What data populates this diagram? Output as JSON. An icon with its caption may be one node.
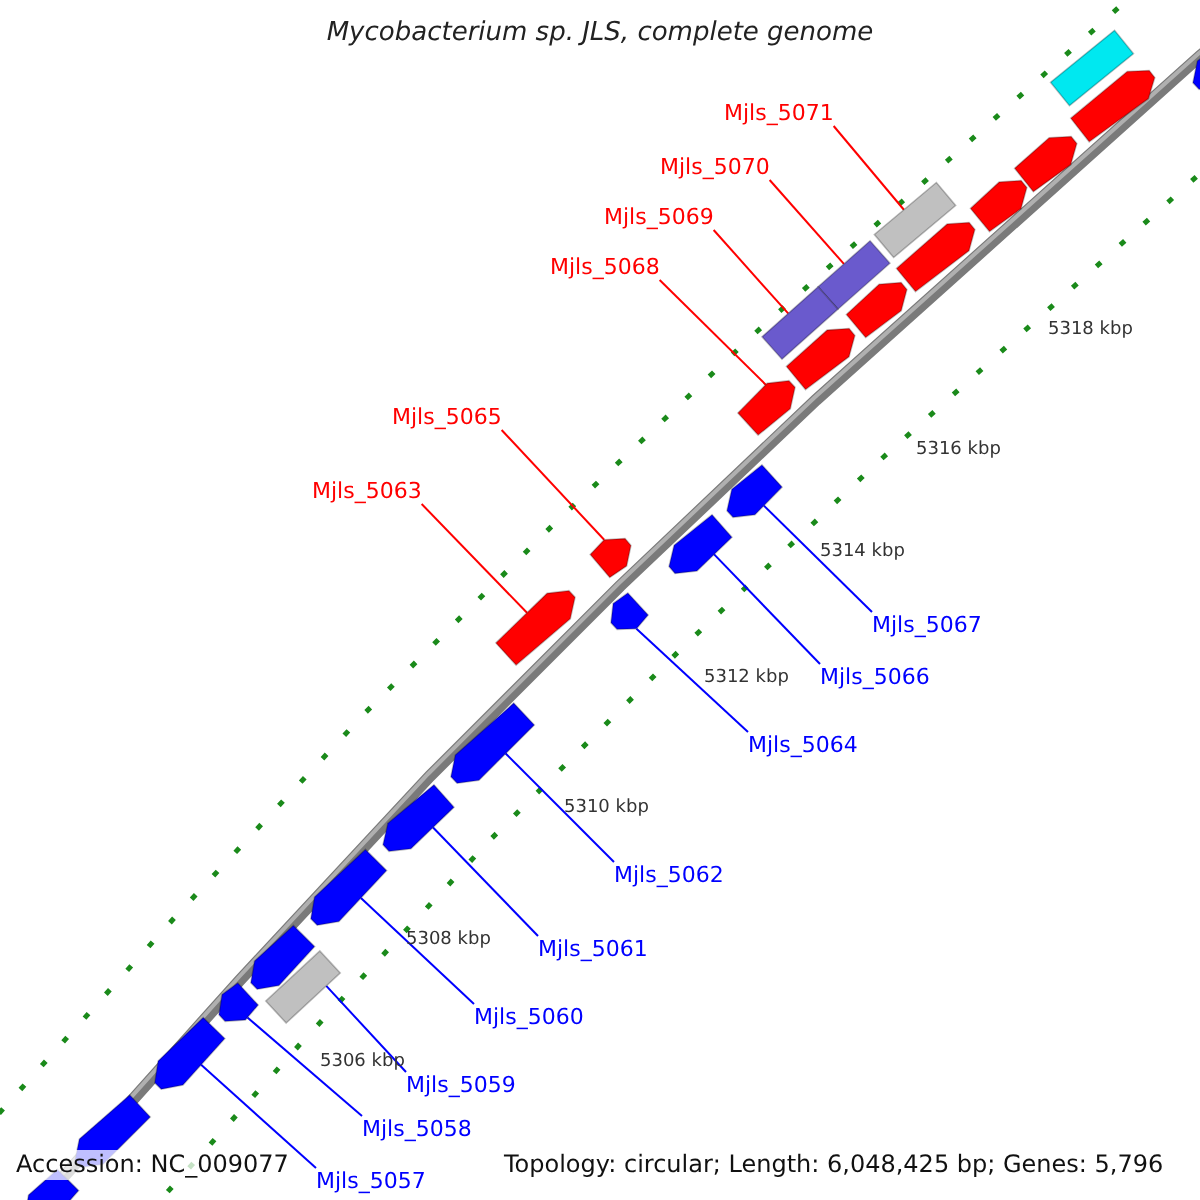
{
  "diagram": {
    "title": "Mycobacterium sp. JLS, complete genome",
    "nodes": [
      {
        "text": [
          "Mjls_5071"
        ]
      },
      {
        "text": [
          "Mjls_5070"
        ]
      },
      {
        "text": [
          "Mjls_5069"
        ]
      },
      {
        "text": [
          "Mjls_5068"
        ]
      },
      {
        "text": [
          "Mjls_5065"
        ]
      },
      {
        "text": [
          "Mjls_5063"
        ]
      },
      {
        "text": [
          "Mjls_5067"
        ]
      },
      {
        "text": [
          "Mjls_5066"
        ]
      },
      {
        "text": [
          "Mjls_5064"
        ]
      },
      {
        "text": [
          "Mjls_5062"
        ]
      },
      {
        "text": [
          "Mjls_5061"
        ]
      },
      {
        "text": [
          "Mjls_5060"
        ]
      },
      {
        "text": [
          "Mjls_5059"
        ]
      },
      {
        "text": [
          "Mjls_5058"
        ]
      },
      {
        "text": [
          "Mjls_5057"
        ]
      },
      {
        "text": [],
        "shape": "bar"
      },
      {
        "text": [],
        "shape": "arrow"
      },
      {
        "text": [],
        "shape": "arrow"
      },
      {
        "text": [],
        "shape": "arrow"
      },
      {
        "text": [],
        "shape": "arrow"
      },
      {
        "text": [],
        "shape": "bar"
      },
      {
        "text": [],
        "shape": "arrow"
      },
      {
        "text": [],
        "shape": "bar"
      },
      {
        "text": [],
        "shape": "arrow"
      },
      {
        "text": [],
        "shape": "bar"
      },
      {
        "text": [],
        "shape": "arrow"
      },
      {
        "text": [],
        "shape": "arrow"
      },
      {
        "text": [],
        "shape": "arrow"
      },
      {
        "text": [],
        "shape": "arrow"
      },
      {
        "text": [],
        "shape": "arrow"
      },
      {
        "text": [],
        "shape": "arrow"
      },
      {
        "text": [],
        "shape": "arrow"
      },
      {
        "text": [],
        "shape": "arrow"
      },
      {
        "text": [],
        "shape": "arrow"
      },
      {
        "text": [],
        "shape": "arrow"
      },
      {
        "text": [],
        "shape": "arrow"
      },
      {
        "text": [],
        "shape": "bar"
      },
      {
        "text": [],
        "shape": "arrow"
      },
      {
        "text": [],
        "shape": "arrow"
      },
      {
        "text": [],
        "shape": "arrow"
      },
      {
        "text": [],
        "shape": "arrow"
      }
    ],
    "edges": [
      {
        "from": 0,
        "to": 20,
        "arrow": "none",
        "color": "#ff0000"
      },
      {
        "from": 1,
        "to": 22,
        "arrow": "none",
        "color": "#ff0000"
      },
      {
        "from": 2,
        "to": 24,
        "arrow": "none",
        "color": "#ff0000"
      },
      {
        "from": 3,
        "to": 26,
        "arrow": "none",
        "color": "#ff0000"
      },
      {
        "from": 4,
        "to": 29,
        "arrow": "none",
        "color": "#ff0000"
      },
      {
        "from": 5,
        "to": 30,
        "arrow": "none",
        "color": "#ff0000"
      },
      {
        "from": 6,
        "to": 27,
        "arrow": "none"
      },
      {
        "from": 7,
        "to": 28,
        "arrow": "none"
      },
      {
        "from": 8,
        "to": 31,
        "arrow": "none"
      },
      {
        "from": 9,
        "to": 32,
        "arrow": "none"
      },
      {
        "from": 10,
        "to": 33,
        "arrow": "none"
      },
      {
        "from": 11,
        "to": 34,
        "arrow": "none"
      },
      {
        "from": 12,
        "to": 36,
        "arrow": "none"
      },
      {
        "from": 13,
        "to": 37,
        "arrow": "none"
      },
      {
        "from": 14,
        "to": 38,
        "arrow": "none"
      }
    ],
    "labels": [
      "5318 kbp",
      "5316 kbp",
      "5314 kbp",
      "5312 kbp",
      "5310 kbp",
      "5308 kbp",
      "5306 kbp",
      "Accession: NC_009077",
      "Topology: circular; Length: 6,048,425 bp; Genes: 5,796"
    ]
  }
}
